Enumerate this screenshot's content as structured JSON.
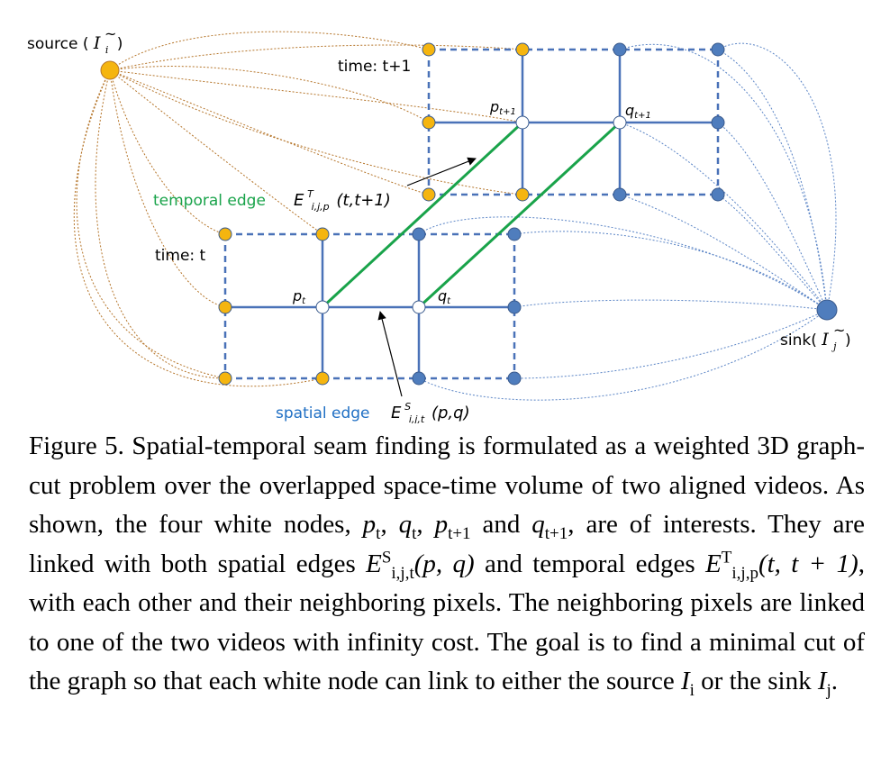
{
  "figure": {
    "source_label": "source (",
    "source_symbol": "I",
    "source_sub": "i",
    "source_close": ")",
    "sink_label": "sink(",
    "sink_symbol": "I",
    "sink_sub": "j",
    "sink_close": ")",
    "time_t1_label": "time: t+1",
    "time_t_label": "time: t",
    "temporal_edge_label": "temporal edge",
    "temporal_edge_math": "E",
    "temporal_edge_sup": "T",
    "temporal_edge_sub": "i,j,p",
    "temporal_edge_args": "(t,t+1)",
    "spatial_edge_label": "spatial edge",
    "spatial_edge_math": "E",
    "spatial_edge_sup": "S",
    "spatial_edge_sub": "i,j,t",
    "spatial_edge_args": "(p,q)",
    "node_p_t": "p",
    "node_p_t_sub": "t",
    "node_q_t": "q",
    "node_q_t_sub": "t",
    "node_p_t1": "p",
    "node_p_t1_sub": "t+1",
    "node_q_t1": "q",
    "node_q_t1_sub": "t+1",
    "colors": {
      "source_node": "#f5b50f",
      "sink_node": "#4f7dbd",
      "grid": "#4a72b8",
      "temporal_edge": "#19a34a",
      "spatial_label": "#1f6fc4",
      "temporal_label": "#19a34a",
      "source_links": "#b5752a",
      "sink_links": "#5b85c6"
    }
  },
  "caption": {
    "figure_number": "Figure 5.",
    "text_1": "Spatial-temporal seam finding is formulated as a weighted 3D graph-cut problem over the overlapped space-time volume of two aligned videos. As shown, the four white nodes,",
    "p": "p",
    "t": "t",
    "q": "q",
    "t1": "t+1",
    "and": "and",
    "comma": ",",
    "text_2": ", are of interests. They are linked with both spatial edges",
    "E": "E",
    "S": "S",
    "ijt": "i,j,t",
    "pq": "(p, q)",
    "text_3": "and temporal edges",
    "T": "T",
    "ijp": "i,j,p",
    "tt1": "(t, t + 1)",
    "text_4": ", with each other and their neighboring pixels. The neighboring pixels are linked to one of the two videos with infinity cost. The goal is to find a minimal cut of the graph so that each white node can link to either the source",
    "I": "I",
    "i": "i",
    "or_the_sink": "or the sink",
    "j": "j",
    "period": "."
  }
}
